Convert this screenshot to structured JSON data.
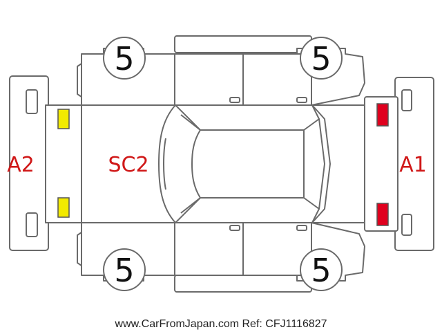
{
  "tires": {
    "front_left": "5",
    "front_right": "5",
    "rear_left": "5",
    "rear_right": "5"
  },
  "zones": {
    "rear_bumper": "A2",
    "front_bumper": "A1",
    "rear_area": "SC2"
  },
  "colors": {
    "outline": "#6a6a6a",
    "zone_text": "#d01818",
    "marker_yellow": "#f2ea00",
    "marker_red": "#e0001e"
  },
  "watermark": "www.CarFromJapan.com Ref: CFJ1116827"
}
